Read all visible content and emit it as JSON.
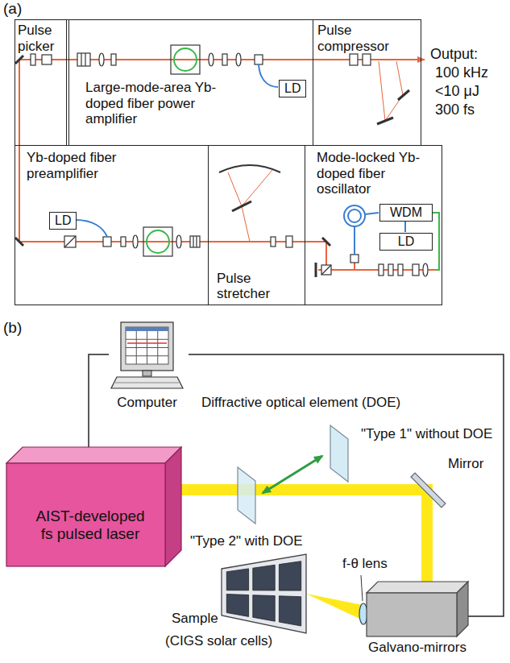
{
  "diagram": {
    "nodes": [
      {
        "text": [
          "Pulse picker"
        ]
      },
      {
        "text": [
          "Large-mode-area Yb-doped fiber power amplifier"
        ]
      },
      {
        "text": [
          "LD"
        ],
        "in": 1
      },
      {
        "text": [
          "Pulse compressor"
        ]
      },
      {
        "text": [
          "Yb-doped fiber preamplifier"
        ]
      },
      {
        "text": [
          "LD"
        ],
        "in": 4
      },
      {
        "text": [
          "Pulse stretcher"
        ]
      },
      {
        "text": [
          "Mode-locked Yb-doped fiber oscillator"
        ]
      },
      {
        "text": [
          "WDM"
        ],
        "in": 7
      },
      {
        "text": [
          "LD"
        ],
        "in": 7
      },
      {
        "text": [
          "Computer"
        ]
      },
      {
        "text": [
          "AIST-developed fs pulsed laser"
        ]
      },
      {
        "text": [
          "Sample",
          "(CIGS solar cells)"
        ]
      },
      {
        "text": [
          "Galvano-mirrors"
        ]
      }
    ],
    "edges": [
      {
        "from": 10,
        "to": 11,
        "arrow": "none"
      },
      {
        "from": 10,
        "to": 13,
        "arrow": "none"
      },
      {
        "from": 11,
        "to": 13,
        "arrow": "none"
      },
      {
        "from": 13,
        "to": 12,
        "arrow": "none"
      }
    ],
    "labels": [
      "(a)",
      "Output:",
      "100 kHz",
      "<10 μJ",
      "300 fs",
      "(b)",
      "Diffractive optical element (DOE)",
      "\"Type 1\" without DOE",
      "Mirror",
      "\"Type 2\" with DOE",
      "f-θ lens"
    ]
  }
}
